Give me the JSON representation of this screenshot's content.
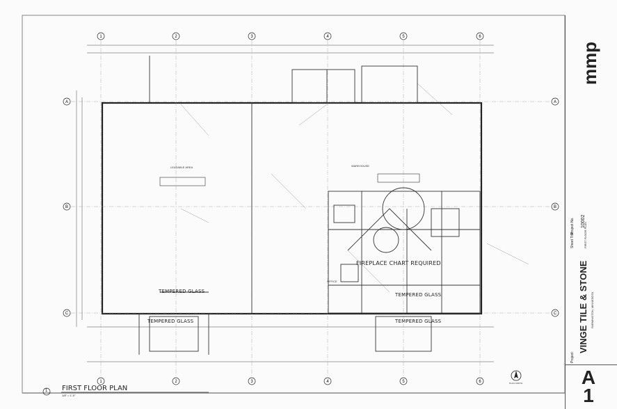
{
  "grid": {
    "columns": [
      "1",
      "2",
      "3",
      "4",
      "5",
      "6"
    ],
    "rows": [
      "A",
      "B",
      "C"
    ]
  },
  "plan_labels": {
    "fireplace": "FIREPLACE CHART REQUIRED",
    "tempered_glass": "TEMPERED GLASS",
    "warehouse": "WAREHOUSE",
    "leasable": "LEASABLE AREA",
    "office": "OFFICE",
    "north_label": "PLAN NORTH"
  },
  "drawing_title": {
    "number": "1",
    "title": "FIRST FLOOR PLAN",
    "scale": "1/8\" = 1'-0\""
  },
  "title_block": {
    "firm_logo": "mmp",
    "project_label": "Project:",
    "project_name": "VINGE TILE & STONE",
    "location": "FARMINGTON, MINNESOTA",
    "sheet_title_label": "Sheet Title:",
    "sheet_title": "FIRST FLOOR PLAN",
    "project_no_label": "Project No.",
    "project_no": "10002",
    "sheet_letter": "A",
    "sheet_number": "1"
  }
}
